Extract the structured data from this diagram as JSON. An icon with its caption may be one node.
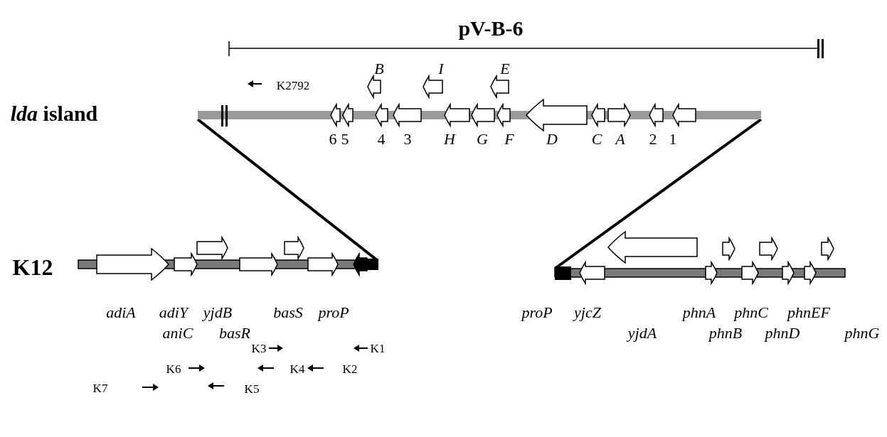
{
  "diagram": {
    "nodes": [
      {
        "text": [],
        "shape": "bar"
      },
      {
        "text": [],
        "shape": "bar"
      },
      {
        "text": [],
        "shape": "bar"
      }
    ],
    "edges": [
      {
        "from": 0,
        "to": 1,
        "arrow": "none"
      },
      {
        "from": 0,
        "to": 2,
        "arrow": "none"
      }
    ],
    "labels": [
      "pV-B-6",
      "*lda* island",
      "K2792",
      "B",
      "I",
      "E",
      "6",
      "5",
      "4",
      "3",
      "H",
      "G",
      "F",
      "D",
      "C",
      "A",
      "2",
      "1",
      "K12",
      "adiA",
      "adiY",
      "yjdB",
      "basS",
      "proP",
      "proP",
      "yjcZ",
      "phnA",
      "phnC",
      "phnEF",
      "aniC",
      "basR",
      "yjdA",
      "phnB",
      "phnD",
      "phnG",
      "K3",
      "K1",
      "K6",
      "K4",
      "K2",
      "K7",
      "K5"
    ]
  }
}
